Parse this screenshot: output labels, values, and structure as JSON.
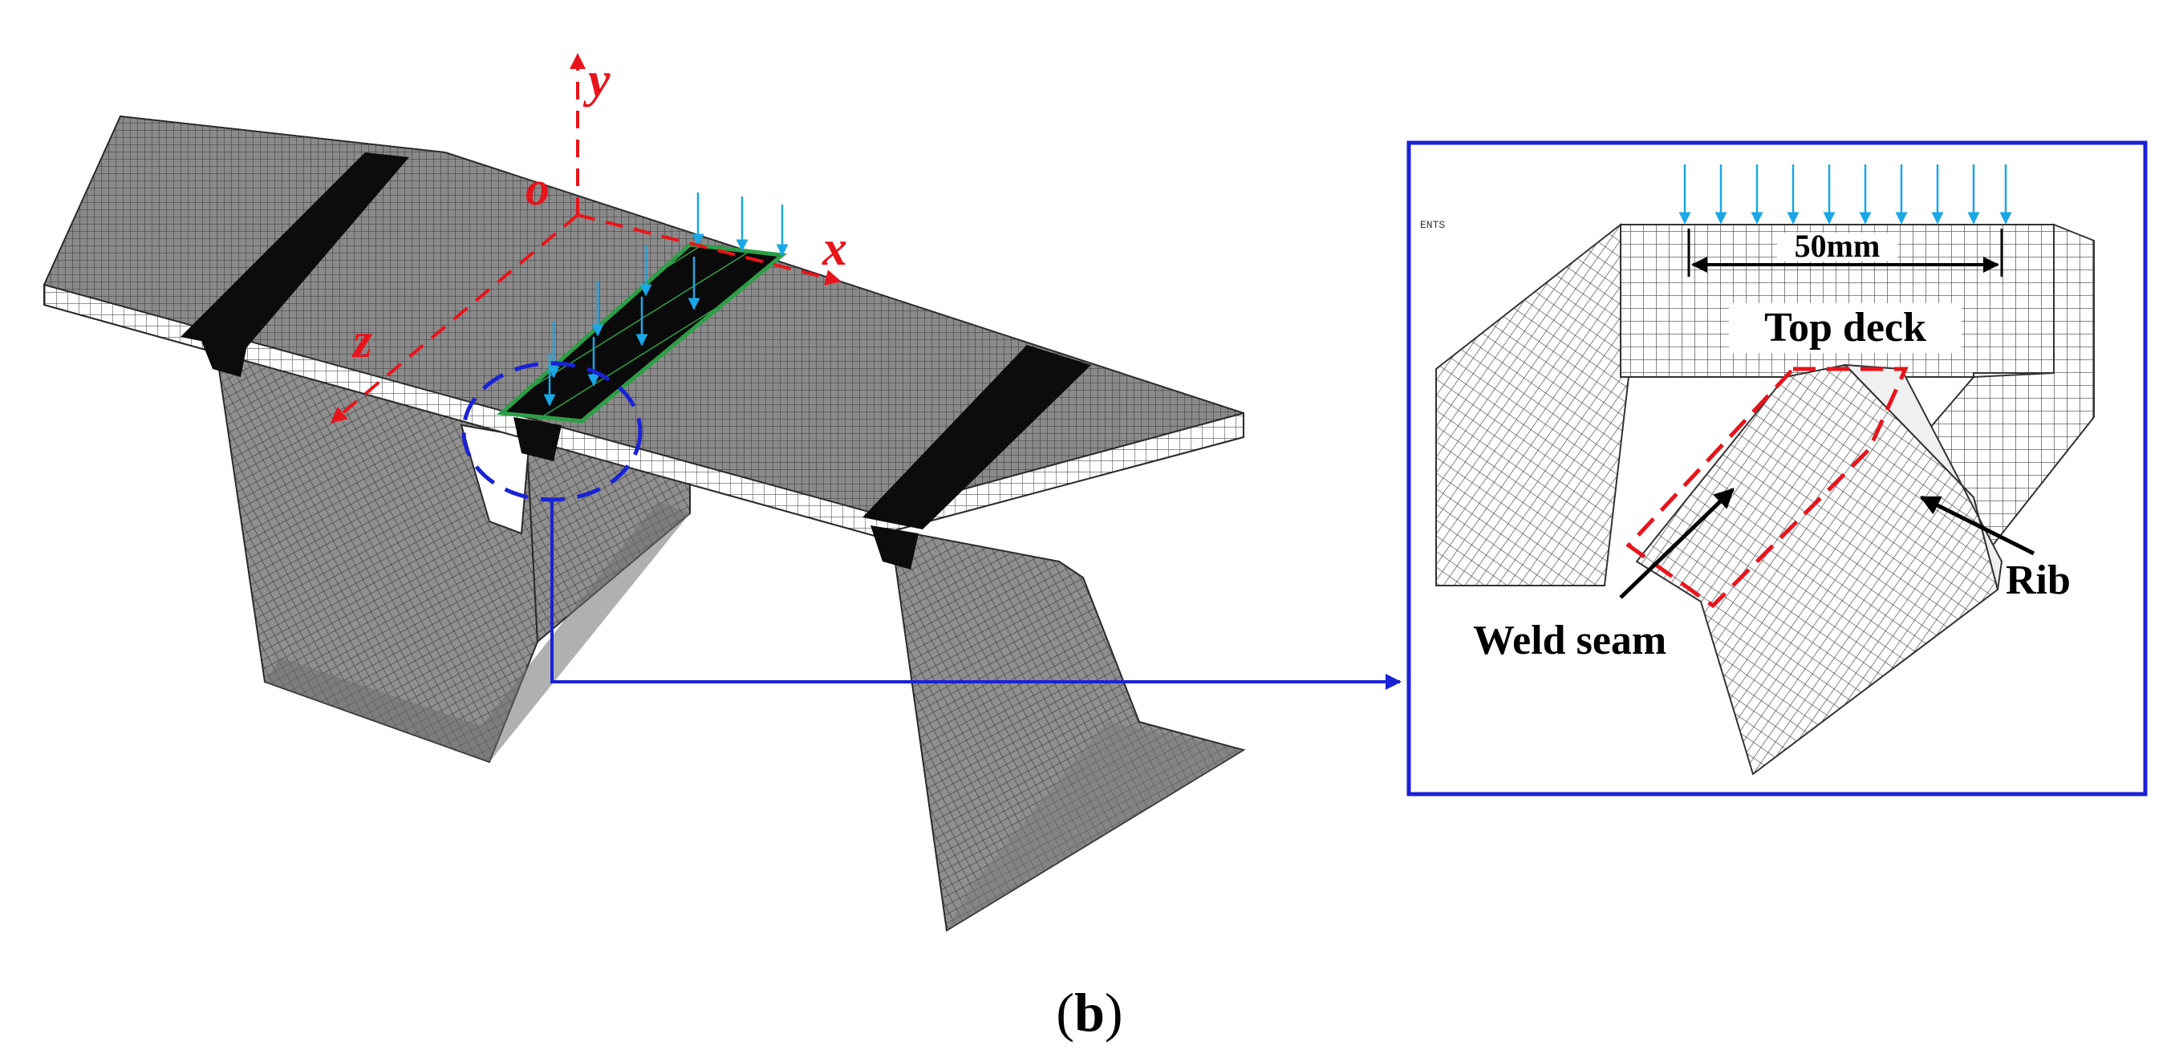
{
  "axes": {
    "y": "y",
    "x": "x",
    "z": "z",
    "origin": "o"
  },
  "detail": {
    "corner_text": "ENTS",
    "dimension": "50mm",
    "labels": {
      "top_deck": "Top deck",
      "weld_seam": "Weld seam",
      "rib": "Rib"
    }
  },
  "caption": {
    "open": "(",
    "letter": "b",
    "close": ")"
  },
  "colors": {
    "axis": "#e8141b",
    "load_arrows": "#1aa7e6",
    "load_patch_outline": "#2e9e48",
    "callout": "#1a22d6",
    "weld_outline": "#e8141b",
    "mesh_fill": "#7d7d7d",
    "diaphragm": "#0c0c0c"
  },
  "icons": {
    "load": "down-arrow",
    "dimension": "double-arrow",
    "leader": "arrow"
  }
}
